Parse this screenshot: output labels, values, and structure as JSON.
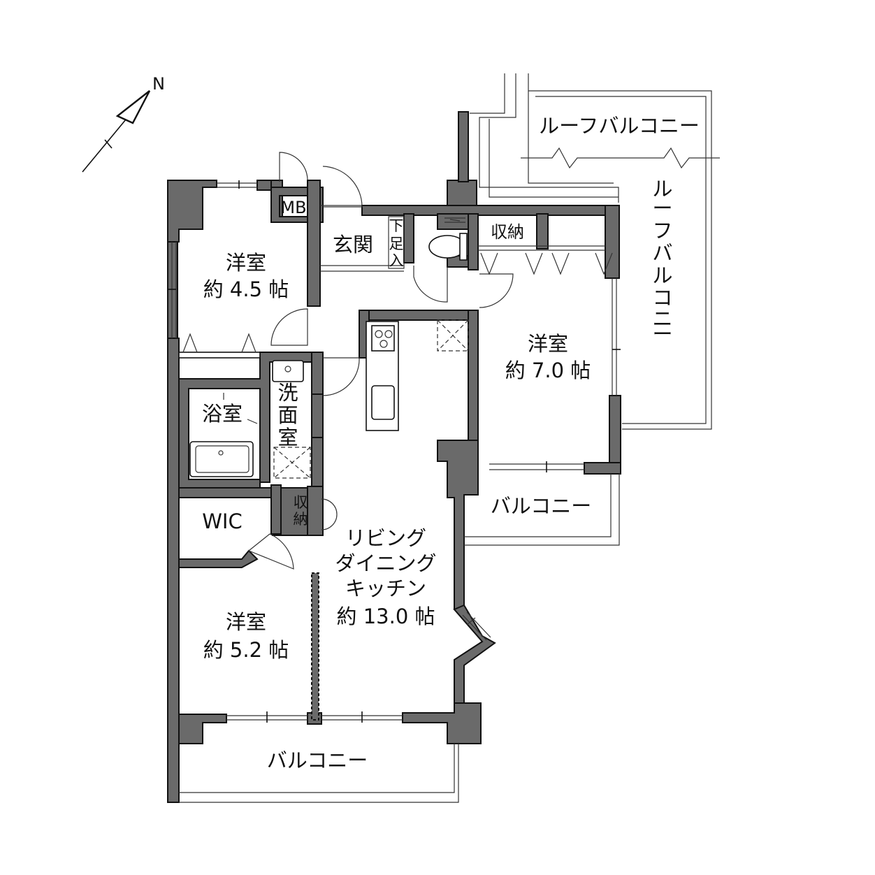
{
  "north_label": "N",
  "rooms": {
    "western_room_1_name": "洋室",
    "western_room_1_size": "約 4.5 帖",
    "western_room_2_name": "洋室",
    "western_room_2_size": "約 7.0 帖",
    "western_room_3_name": "洋室",
    "western_room_3_size": "約 5.2 帖",
    "entrance": "玄関",
    "shoe_storage": [
      "下",
      "足",
      "入"
    ],
    "mb": "MB",
    "storage_top": "収納",
    "storage_mid": [
      "収",
      "納"
    ],
    "bath": "浴室",
    "washroom": [
      "洗",
      "面",
      "室"
    ],
    "wic": "WIC",
    "ldk_lines": [
      "リビング",
      "ダイニング",
      "キッチン",
      "約 13.0 帖"
    ]
  },
  "balconies": {
    "roof_balcony_horizontal": "ルーフバルコニー",
    "roof_balcony_vertical": [
      "ル",
      "ー",
      "フ",
      "バ",
      "ル",
      "コ",
      "ニ",
      "ー"
    ],
    "balcony_right": "バルコニー",
    "balcony_bottom": "バルコニー"
  }
}
